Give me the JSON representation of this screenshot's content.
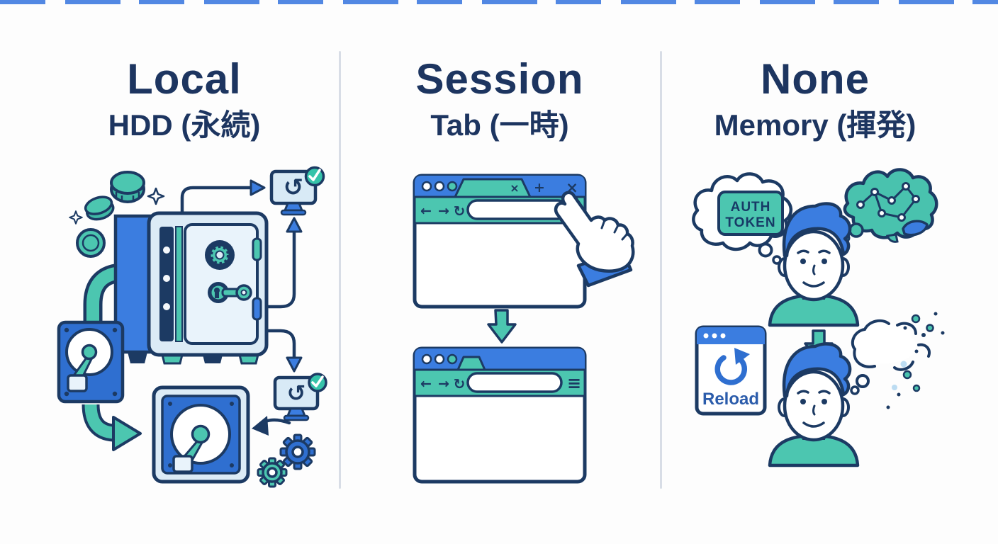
{
  "columns": [
    {
      "title": "Local",
      "subtitle": "HDD (永続)"
    },
    {
      "title": "Session",
      "subtitle": "Tab (一時)"
    },
    {
      "title": "None",
      "subtitle": "Memory (揮発)"
    }
  ],
  "labels": {
    "auth_token_line1": "AUTH",
    "auth_token_line2": "TOKEN",
    "reload_window": "Reload"
  },
  "browser_chrome": {
    "back": "←",
    "forward": "→",
    "reload": "↻",
    "tab_close": "×",
    "new_tab": "+",
    "window_close": "×",
    "menu": "≡"
  },
  "icons": {
    "restore_monitor": "↺",
    "check": "✓"
  },
  "colors": {
    "navy": "#1c3a63",
    "blue": "#3b7de0",
    "blue_dark": "#2f6fd0",
    "teal": "#4cc6b0",
    "light_blue": "#dcebf6",
    "divider": "#d8dde6",
    "title_text": "#1d3560",
    "reload_text": "#2b5cab"
  }
}
